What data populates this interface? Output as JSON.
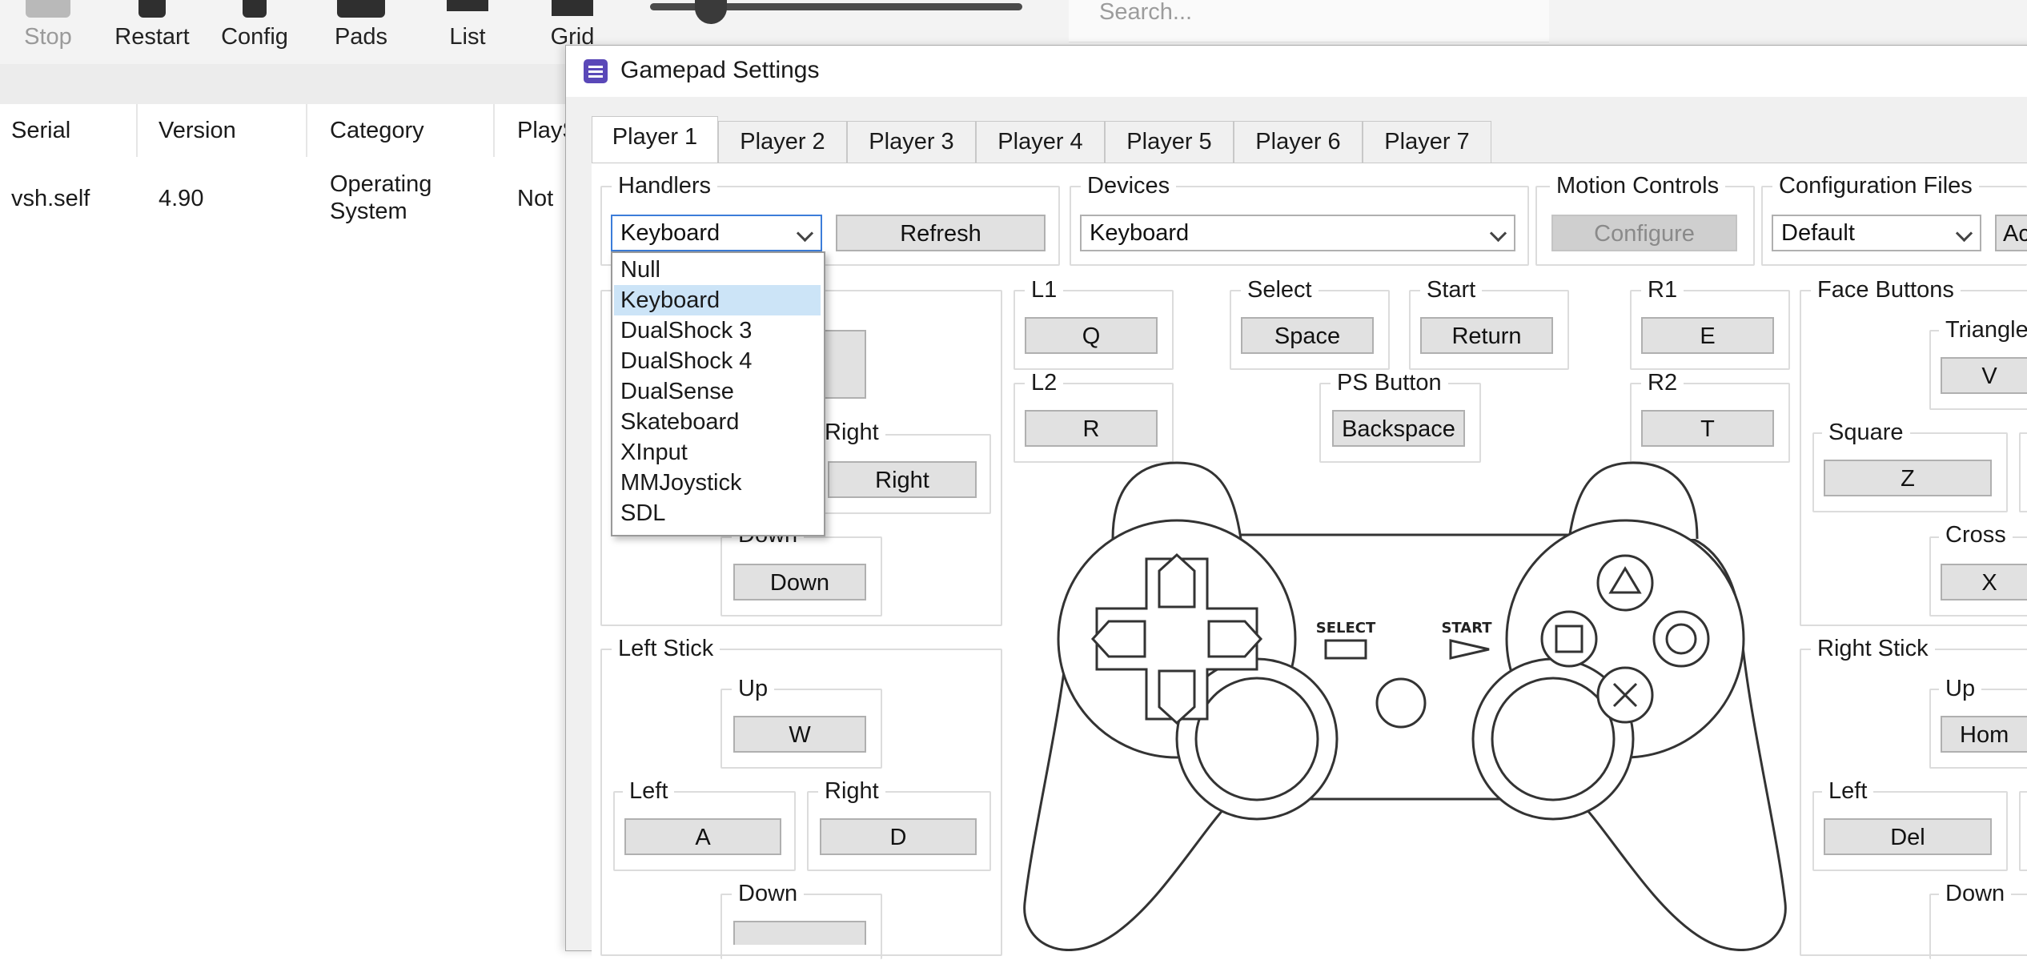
{
  "toolbar": {
    "buttons": [
      {
        "label": "Stop",
        "icon": "stop-icon",
        "disabled": true
      },
      {
        "label": "Restart",
        "icon": "restart-icon"
      },
      {
        "label": "Config",
        "icon": "config-icon"
      },
      {
        "label": "Pads",
        "icon": "gamepad-icon"
      },
      {
        "label": "List",
        "icon": "list-icon"
      },
      {
        "label": "Grid",
        "icon": "grid-icon"
      }
    ],
    "search_placeholder": "Search..."
  },
  "game_list": {
    "columns": [
      "Serial",
      "Version",
      "Category",
      "PlayS"
    ],
    "rows": [
      {
        "serial": "vsh.self",
        "version": "4.90",
        "category_line1": "Operating",
        "category_line2": "System",
        "status": "Not"
      }
    ]
  },
  "dialog": {
    "title": "Gamepad Settings",
    "tabs": [
      "Player 1",
      "Player 2",
      "Player 3",
      "Player 4",
      "Player 5",
      "Player 6",
      "Player 7"
    ],
    "active_tab": "Player 1",
    "handlers": {
      "label": "Handlers",
      "value": "Keyboard",
      "refresh_label": "Refresh",
      "options": [
        "Null",
        "Keyboard",
        "DualShock 3",
        "DualShock 4",
        "DualSense",
        "Skateboard",
        "XInput",
        "MMJoystick",
        "SDL"
      ],
      "selected_option": "Keyboard"
    },
    "devices": {
      "label": "Devices",
      "value": "Keyboard"
    },
    "motion": {
      "label": "Motion Controls",
      "configure_label": "Configure"
    },
    "config_files": {
      "label": "Configuration Files",
      "value": "Default",
      "add_label": "Ac"
    },
    "dpad": {
      "right_label": "Right",
      "right_key": "Right",
      "down_label": "Down",
      "down_key": "Down"
    },
    "l1": {
      "label": "L1",
      "key": "Q"
    },
    "l2": {
      "label": "L2",
      "key": "R"
    },
    "select": {
      "label": "Select",
      "key": "Space"
    },
    "start": {
      "label": "Start",
      "key": "Return"
    },
    "ps_button": {
      "label": "PS Button",
      "key": "Backspace"
    },
    "r1": {
      "label": "R1",
      "key": "E"
    },
    "r2": {
      "label": "R2",
      "key": "T"
    },
    "face_buttons": {
      "label": "Face Buttons",
      "triangle_label": "Triangle",
      "triangle_key": "V",
      "square_label": "Square",
      "square_key": "Z",
      "cross_label": "Cross",
      "cross_key": "X"
    },
    "left_stick": {
      "label": "Left Stick",
      "up_label": "Up",
      "up_key": "W",
      "left_label": "Left",
      "left_key": "A",
      "right_label": "Right",
      "right_key": "D",
      "down_label": "Down"
    },
    "right_stick": {
      "label": "Right Stick",
      "up_label": "Up",
      "up_key": "Hom",
      "left_label": "Left",
      "left_key": "Del",
      "down_label": "Down"
    },
    "controller_labels": {
      "select": "SELECT",
      "start": "START"
    }
  },
  "colors": {
    "accent": "#3c7dd9",
    "dropdown_selection": "#cce4f7",
    "dialog_icon": "#5a48b8"
  }
}
